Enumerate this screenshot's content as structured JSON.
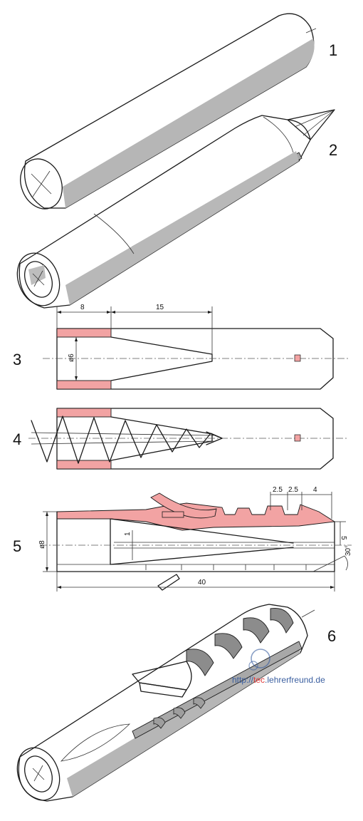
{
  "colors": {
    "body": "#d4d4d4",
    "body_dark": "#a8a8a8",
    "body_light": "#e6e6e6",
    "section": "#f2a3a3",
    "watermark": "#3b5fa0",
    "watermark_accent": "#e03c3c"
  },
  "steps": [
    "1",
    "2",
    "3",
    "4",
    "5",
    "6"
  ],
  "dimensions": {
    "step3": {
      "wall_length": "8",
      "cone_length": "15",
      "bore_diameter": "ø6"
    },
    "step5": {
      "rib_pitch_a": "2.5",
      "rib_pitch_b": "2.5",
      "tip_length": "4",
      "outer_diameter": "ø8",
      "slot_width": "1",
      "slot_height": "5",
      "tip_angle": "30°",
      "total_length": "40"
    }
  },
  "watermark": {
    "prefix": "http://",
    "accent": "tec",
    "suffix": ".lehrerfreund.de"
  }
}
